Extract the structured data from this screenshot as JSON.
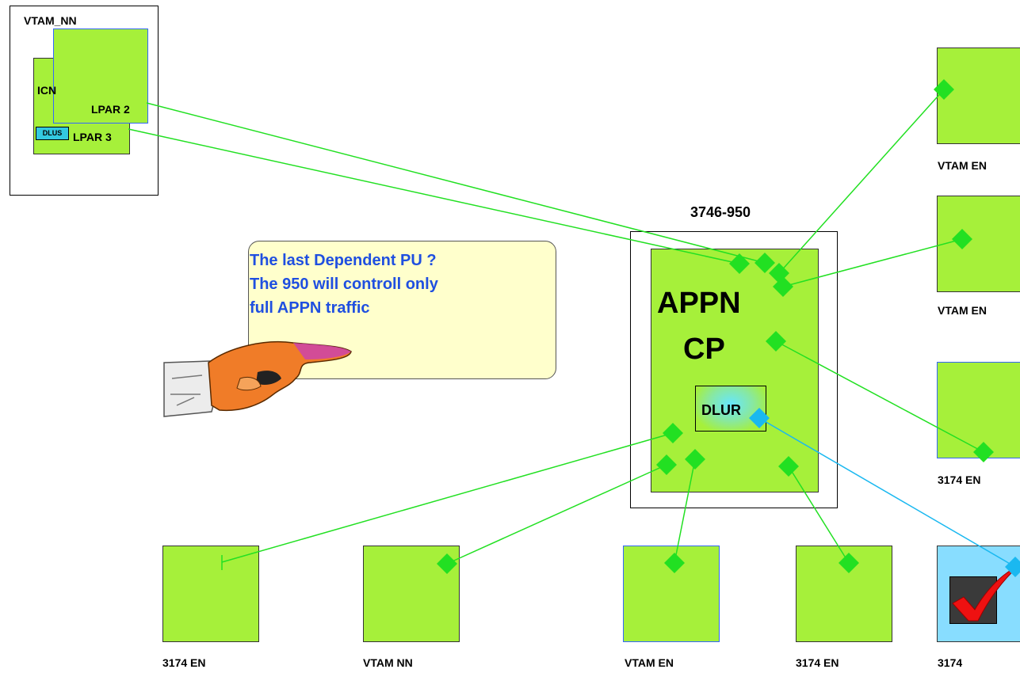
{
  "vtam_nn_top": {
    "title": "VTAM_NN",
    "icn_label": "ICN",
    "lpar2_label": "LPAR 2",
    "lpar3_label": "LPAR 3",
    "dlus_label": "DLUS"
  },
  "router": {
    "title": "3746-950",
    "cp_line1": "APPN",
    "cp_line2": "CP",
    "dlur_label": "DLUR"
  },
  "callout": {
    "line1": "The last Dependent PU ?",
    "line2": "The 950 will controll only",
    "line3": "full APPN traffic"
  },
  "right_nodes": [
    "VTAM EN",
    "VTAM EN",
    "3174 EN"
  ],
  "bottom_nodes": [
    "3174 EN",
    "VTAM NN",
    "VTAM EN",
    "3174 EN",
    "3174"
  ],
  "colors": {
    "node_fill": "#a6f03a",
    "link_green": "#22e022",
    "link_blue": "#1ab8f0",
    "dependent_fill": "#88ddff",
    "callout_text": "#1f4fe0"
  }
}
